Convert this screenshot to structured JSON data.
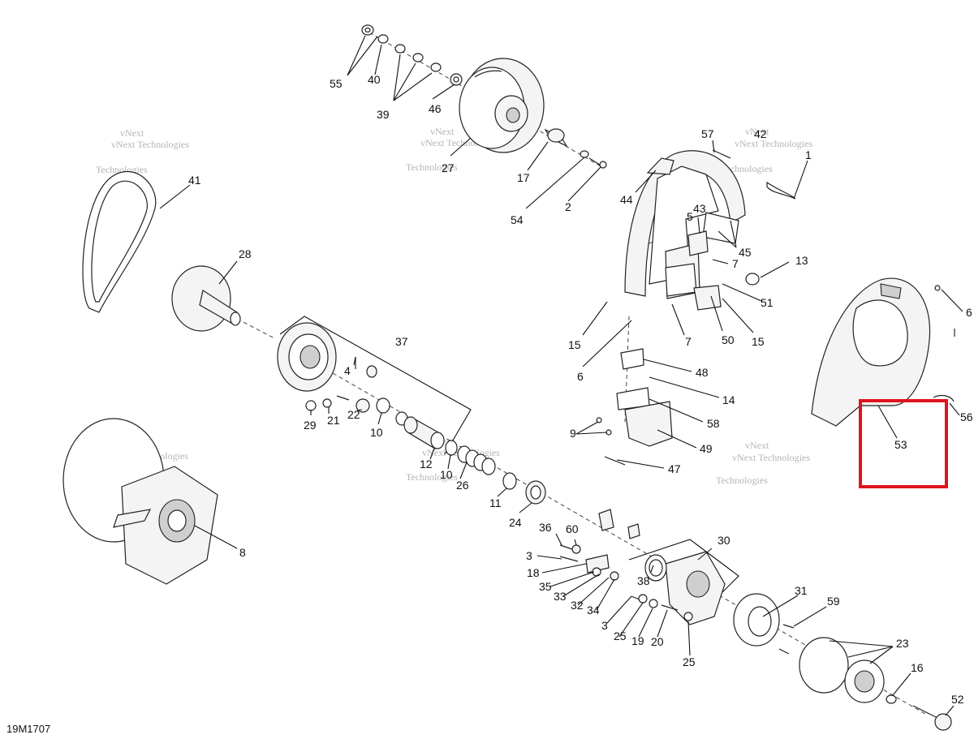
{
  "diagram": {
    "code": "19M1707",
    "watermark": {
      "line1": "vNext",
      "line2": "vNext Technologies",
      "line3": "Technologies"
    },
    "highlight_color": "#e0141e",
    "callouts": {
      "c55": "55",
      "c40": "40",
      "c39": "39",
      "c46": "46",
      "c27": "27",
      "c17": "17",
      "c54": "54",
      "c2": "2",
      "c41": "41",
      "c28": "28",
      "c37": "37",
      "c4": "4",
      "c29": "29",
      "c21": "21",
      "c22": "22",
      "c10a": "10",
      "c12": "12",
      "c10b": "10",
      "c26": "26",
      "c11": "11",
      "c24": "24",
      "c8": "8",
      "c57": "57",
      "c42": "42",
      "c1": "1",
      "c44": "44",
      "c43": "43",
      "c5": "5",
      "c45": "45",
      "c7a": "7",
      "c13": "13",
      "c51": "51",
      "c15a": "15",
      "c7b": "7",
      "c50": "50",
      "c15b": "15",
      "c6a": "6",
      "c48": "48",
      "c14": "14",
      "c58": "58",
      "c9": "9",
      "c49": "49",
      "c47": "47",
      "c53": "53",
      "c6b": "6",
      "c56": "56",
      "c36": "36",
      "c60": "60",
      "c3a": "3",
      "c18": "18",
      "c35": "35",
      "c33": "33",
      "c32": "32",
      "c34": "34",
      "c38": "38",
      "c30": "30",
      "c3b": "3",
      "c25a": "25",
      "c19": "19",
      "c20": "20",
      "c25b": "25",
      "c31": "31",
      "c59": "59",
      "c23": "23",
      "c16": "16",
      "c52": "52"
    }
  }
}
